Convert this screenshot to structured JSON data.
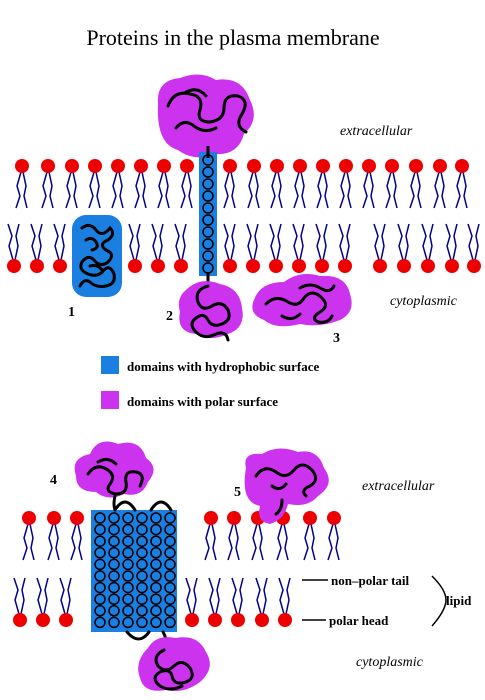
{
  "title": "Proteins in the plasma membrane",
  "colors": {
    "hydrophobic": "#1a7fe0",
    "polar": "#cc33ee",
    "lipid_head": "#ee0000",
    "lipid_tail": "#00008b",
    "chain": "#000000"
  },
  "top_panel": {
    "extracellular_label": "extracellular",
    "cytoplasmic_label": "cytoplasmic",
    "protein_numbers": [
      "1",
      "2",
      "3"
    ]
  },
  "legend": {
    "hydrophobic_text": "domains with hydrophobic surface",
    "polar_text": "domains with polar surface"
  },
  "bottom_panel": {
    "extracellular_label": "extracellular",
    "cytoplasmic_label": "cytoplasmic",
    "protein_numbers": [
      "4",
      "5"
    ],
    "nonpolar_tail_label": "non–polar tail",
    "polar_head_label": "polar head",
    "lipid_label": "lipid"
  }
}
